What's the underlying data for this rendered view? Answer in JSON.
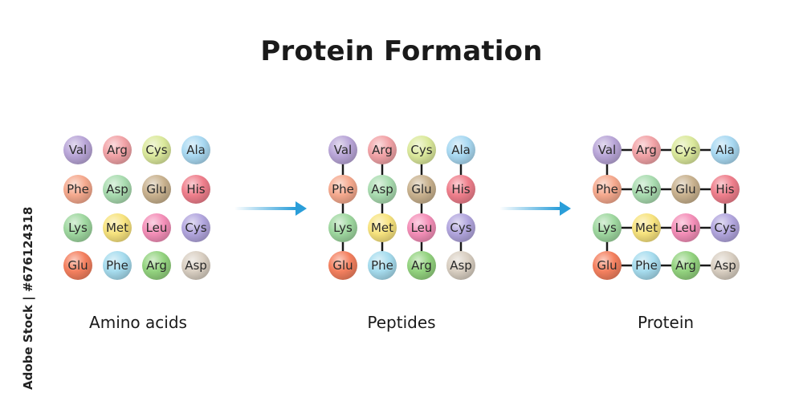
{
  "title": "Protein Formation",
  "panels": [
    {
      "caption": "Amino acids",
      "links": "none",
      "rows": [
        [
          "Val",
          "Arg",
          "Cys",
          "Ala"
        ],
        [
          "Phe",
          "Asp",
          "Glu",
          "His"
        ],
        [
          "Lys",
          "Met",
          "Leu",
          "Cys"
        ],
        [
          "Glu",
          "Phe",
          "Arg",
          "Asp"
        ]
      ]
    },
    {
      "caption": "Peptides",
      "links": "vertical",
      "rows": [
        [
          "Val",
          "Arg",
          "Cys",
          "Ala"
        ],
        [
          "Phe",
          "Asp",
          "Glu",
          "His"
        ],
        [
          "Lys",
          "Met",
          "Leu",
          "Cys"
        ],
        [
          "Glu",
          "Phe",
          "Arg",
          "Asp"
        ]
      ]
    },
    {
      "caption": "Protein",
      "links": "folded",
      "rows": [
        [
          "Val",
          "Arg",
          "Cys",
          "Ala"
        ],
        [
          "Phe",
          "Asp",
          "Glu",
          "His"
        ],
        [
          "Lys",
          "Met",
          "Leu",
          "Cys"
        ],
        [
          "Glu",
          "Phe",
          "Arg",
          "Asp"
        ]
      ]
    }
  ],
  "amino_acid_colors": {
    "Val": "#b9a6d8",
    "Arg": "#f2a3a7",
    "Cys": "#dbe99c",
    "Ala": "#a9d9f2",
    "Phe": "#f5a98e",
    "Asp": "#a9dcb0",
    "Glu": "#c9b28f",
    "His": "#ef7f8c",
    "Lys": "#9fd8a0",
    "Met": "#f7e37e",
    "Leu": "#f48fb8",
    "Cys2": "#b2a6de",
    "Glu2": "#f4805f",
    "Phe2": "#a6dcee",
    "Arg2": "#93d37f",
    "Asp2": "#d9cfc2"
  },
  "arrow_color": "#2a9ed9",
  "side_credit": "Adobe Stock | #676124318"
}
